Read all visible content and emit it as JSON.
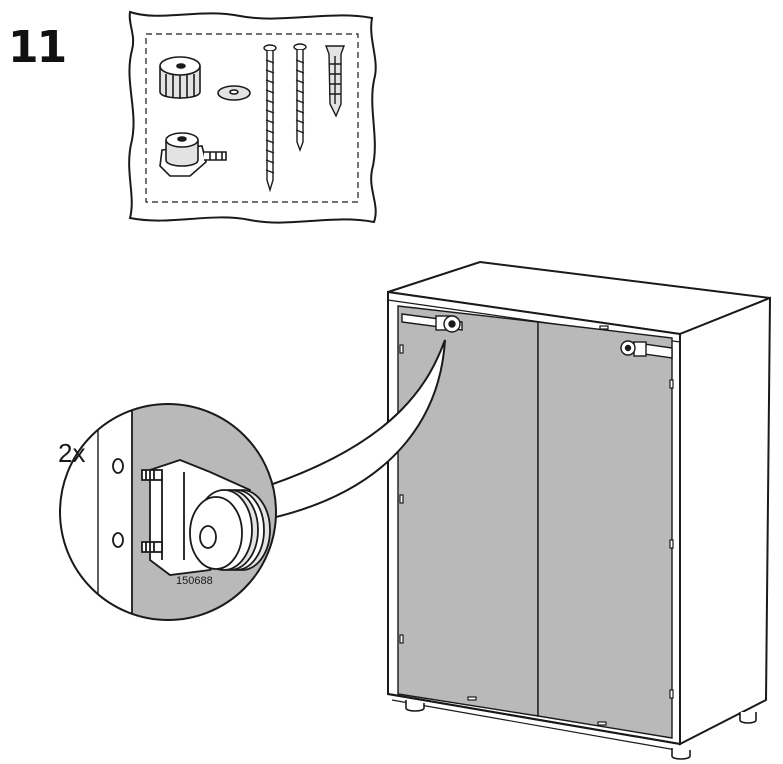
{
  "step": {
    "number": "11"
  },
  "detail": {
    "quantity": "2x",
    "part_number": "150688"
  },
  "colors": {
    "line": "#1a1a1a",
    "panel_fill": "#b9b9b9",
    "paper": "#ffffff",
    "light_fill": "#e3e3e3"
  },
  "parts_bag": {
    "items": [
      "leveling-foot-icon",
      "washer-icon",
      "long-screw-icon",
      "short-screw-icon",
      "wall-plug-icon",
      "foot-bracket-icon"
    ]
  }
}
